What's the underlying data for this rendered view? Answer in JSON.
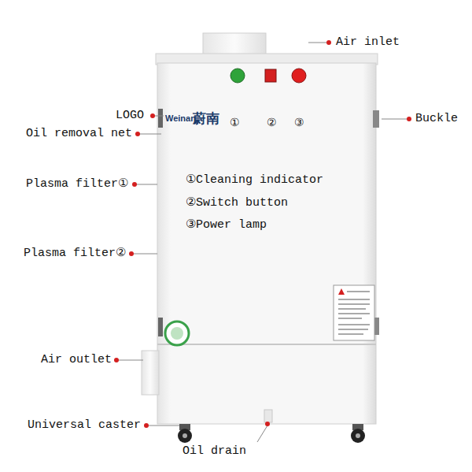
{
  "diagram": {
    "nodes": [
      {
        "text": [
          "Weinan",
          "蔚南",
          "①",
          "②",
          "③",
          "①Cleaning indicator",
          "②Switch button",
          "③Power lamp"
        ]
      }
    ],
    "labels": [
      "Air inlet",
      "LOGO",
      "Buckle",
      "Oil removal net",
      "Plasma filter①",
      "Plasma filter②",
      "Air outlet",
      "Universal caster",
      "Oil drain"
    ]
  }
}
